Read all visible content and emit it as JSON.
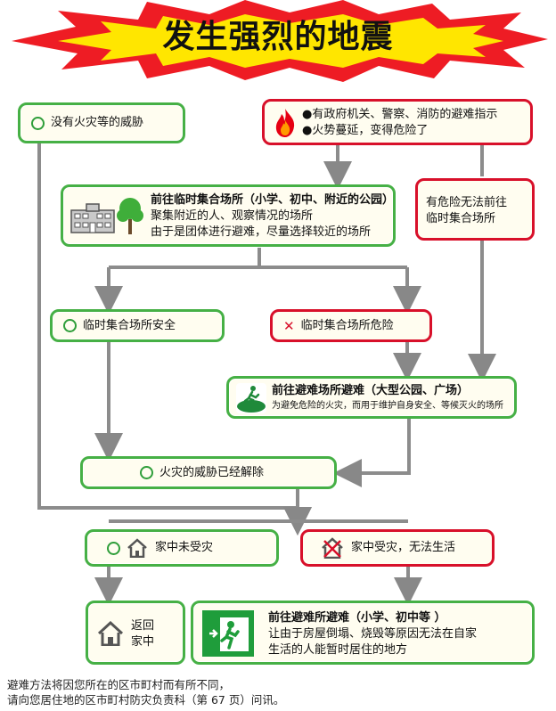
{
  "title": "发生强烈的地震",
  "no_fire": "没有火灾等的威胁",
  "danger_box": {
    "line1": "●有政府机关、警察、消防的避难指示",
    "line2": "●火势蔓延，变得危险了"
  },
  "temp_site": {
    "heading": "前往临时集合场所（小学、初中、附近的公园）",
    "line1": "聚集附近的人、观察情况的场所",
    "line2": "由于是团体进行避难，尽量选择较近的场所"
  },
  "cannot_reach": {
    "line1": "有危险无法前往",
    "line2": "临时集合场所"
  },
  "temp_safe": "临时集合场所安全",
  "temp_danger": "临时集合场所危险",
  "evac_site": {
    "heading": "前往避难场所避难（大型公园、广场）",
    "line1": "为避免危险的火灾，而用于维护自身安全、等候灭火的场所"
  },
  "fire_cleared": "火灾的威胁已经解除",
  "home_ok": "家中未受灾",
  "home_damaged": "家中受灾，无法生活",
  "return_home": {
    "line1": "返回",
    "line2": "家中"
  },
  "shelter": {
    "heading": "前往避难所避难（小学、初中等 ）",
    "line1": "让由于房屋倒塌、烧毁等原因无法在自家",
    "line2": "生活的人能暂时居住的地方"
  },
  "footer": {
    "line1": "避难方法将因您所在的区市町村而有所不同，",
    "line2": "请向您居住地的区市町村防灾负责科（第 67 页）问讯。"
  },
  "colors": {
    "green": "#46b045",
    "red": "#d8102a",
    "arrow": "#888888",
    "box_fill": "#fffdf0",
    "burst_yellow": "#ffe600"
  },
  "icons": [
    "fire-icon",
    "school-building-icon",
    "tree-icon",
    "evacuation-site-icon",
    "house-icon",
    "damaged-house-icon",
    "emergency-exit-icon"
  ]
}
